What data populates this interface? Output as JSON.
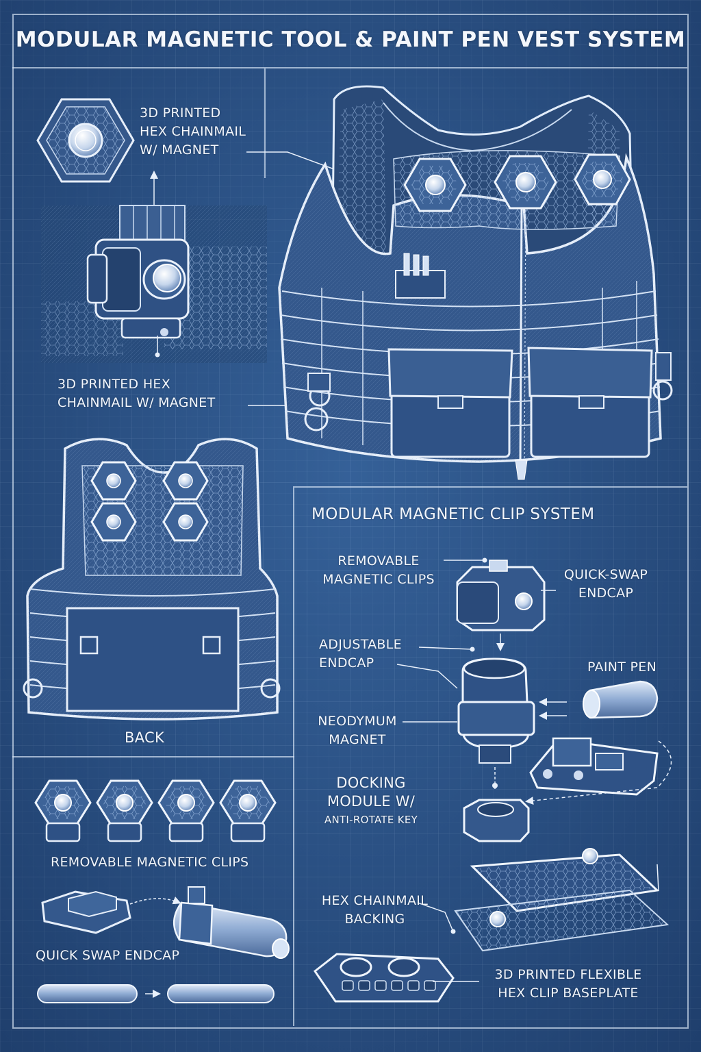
{
  "title": "MODULAR MAGNETIC TOOL & PAINT PEN VEST SYSTEM",
  "top_left": {
    "hex_label_line1": "3D PRINTED",
    "hex_label_line2": "HEX CHAINMAIL",
    "hex_label_line3": "W/ MAGNET",
    "mount_label_line1": "3D PRINTED HEX",
    "mount_label_line2": "CHAINMAIL W/ MAGNET"
  },
  "back_view": {
    "label": "BACK"
  },
  "bottom_left": {
    "clips_label": "REMOVABLE MAGNETIC CLIPS",
    "endcap_label": "QUICK SWAP  ENDCAP"
  },
  "clip_system": {
    "heading": "MODULAR MAGNETIC CLIP SYSTEM",
    "removable_line1": "REMOVABLE",
    "removable_line2": "MAGNETIC CLIPS",
    "quickswap_line1": "QUICK-SWAP",
    "quickswap_line2": "ENDCAP",
    "adjustable_line1": "ADJUSTABLE",
    "adjustable_line2": "ENDCAP",
    "paint_pen": "PAINT PEN",
    "neodymium_line1": "NEODYMUM",
    "neodymium_line2": "MAGNET",
    "docking_line1": "DOCKING",
    "docking_line2": "MODULE W/",
    "docking_line3": "ANTI-ROTATE KEY",
    "backing_line1": "HEX CHAINMAIL",
    "backing_line2": "BACKING",
    "baseplate_line1": "3D PRINTED FLEXIBLE",
    "baseplate_line2": "HEX CLIP BASEPLATE"
  },
  "colors": {
    "background": "#2c5488",
    "line": "#e1ecfa",
    "vest_fill": "#3a5f93",
    "vest_dark": "#243f66"
  }
}
